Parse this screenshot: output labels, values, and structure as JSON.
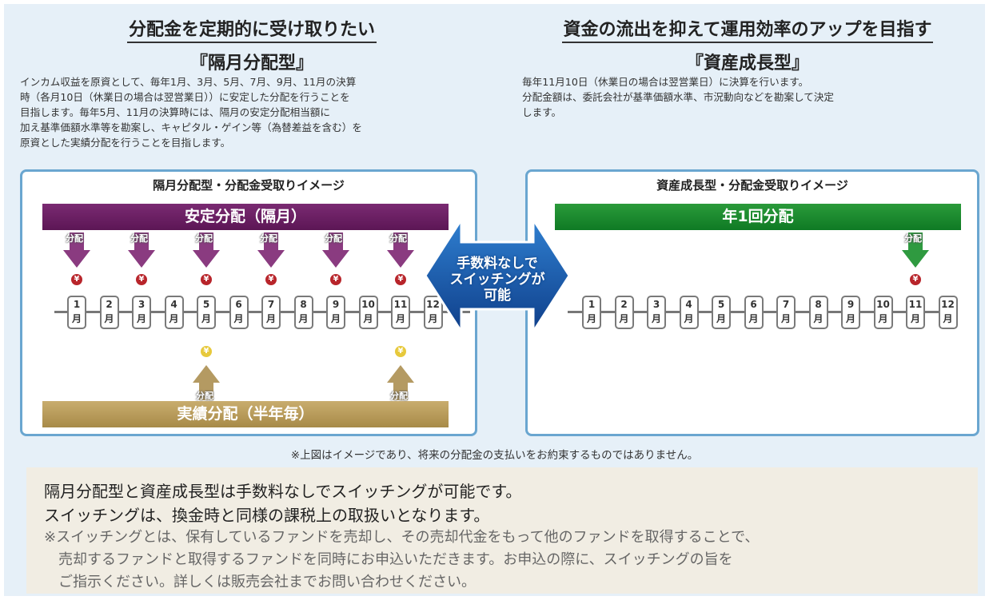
{
  "left": {
    "title": "分配金を定期的に受け取りたい",
    "subtitle": "『隔月分配型』",
    "desc": [
      "インカム収益を原資として、毎年1月、3月、5月、7月、9月、11月の決算",
      "時（各月10日（休業日の場合は翌営業日））に安定した分配を行うことを",
      "目指します。毎年5月、11月の決算時には、隔月の安定分配相当額に",
      "加え基準価額水準等を勘案し、キャピタル・ゲイン等（為替差益を含む）を",
      "原資とした実績分配を行うことを目指します。"
    ],
    "panel_title": "隔月分配型・分配金受取りイメージ",
    "top_band": "安定分配（隔月）",
    "bottom_band": "実績分配（半年毎）",
    "arrow_label": "分配"
  },
  "right": {
    "title": "資金の流出を抑えて運用効率のアップを目指す",
    "subtitle": "『資産成長型』",
    "desc": [
      "毎年11月10日（休業日の場合は翌営業日）に決算を行います。",
      "分配金額は、委託会社が基準価額水準、市況動向などを勘案して決定",
      "します。"
    ],
    "panel_title": "資産成長型・分配金受取りイメージ",
    "top_band": "年1回分配",
    "arrow_label": "分配"
  },
  "switch_text": [
    "手数料なしで",
    "スイッチングが",
    "可能"
  ],
  "coin_symbol": "¥",
  "month_suffix": "月",
  "note": "※上図はイメージであり、将来の分配金の支払いをお約束するものではありません。",
  "bottom": {
    "line1": "隔月分配型と資産成長型は手数料なしでスイッチングが可能です。",
    "line2": "スイッチングは、換金時と同様の課税上の取扱いとなります。",
    "note": [
      "※スイッチングとは、保有しているファンドを売却し、その売却代金をもって他のファンドを取得することで、",
      "　売却するファンドと取得するファンドを同時にお申込いただきます。お申込の際に、スイッチングの旨を",
      "　ご指示ください。詳しくは販売会社までお問い合わせください。"
    ]
  },
  "colors": {
    "purple": "#6b1f63",
    "green": "#1a8a2f",
    "gold": "#b89a5a",
    "blue": "#1e5fb0"
  }
}
